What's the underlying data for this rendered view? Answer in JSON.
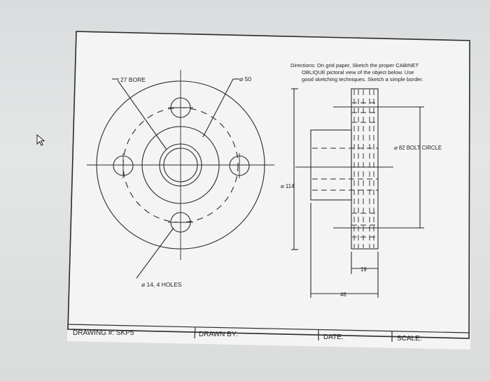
{
  "directions": {
    "line1": "Directions:  On grid paper, Sketch the proper CABINET",
    "line2": "OBLIQUE pictoral view of the object below. Use",
    "line3": "good sketching techniques. Sketch a simple border."
  },
  "front_view": {
    "bore_label": "27 BORE",
    "diameter_label": "⌀ 50",
    "holes_label": "⌀ 14, 4 HOLES"
  },
  "side_view": {
    "bolt_circle_label": "⌀ 82 BOLT CIRCLE",
    "overall_dia_label": "⌀ 114",
    "dim_19": "19",
    "dim_46": "46"
  },
  "title_block": {
    "drawing_label": "DRAWING #: SKP5",
    "drawn_by_label": "DRAWN BY:",
    "date_label": "DATE:",
    "scale_label": "SCALE:"
  }
}
